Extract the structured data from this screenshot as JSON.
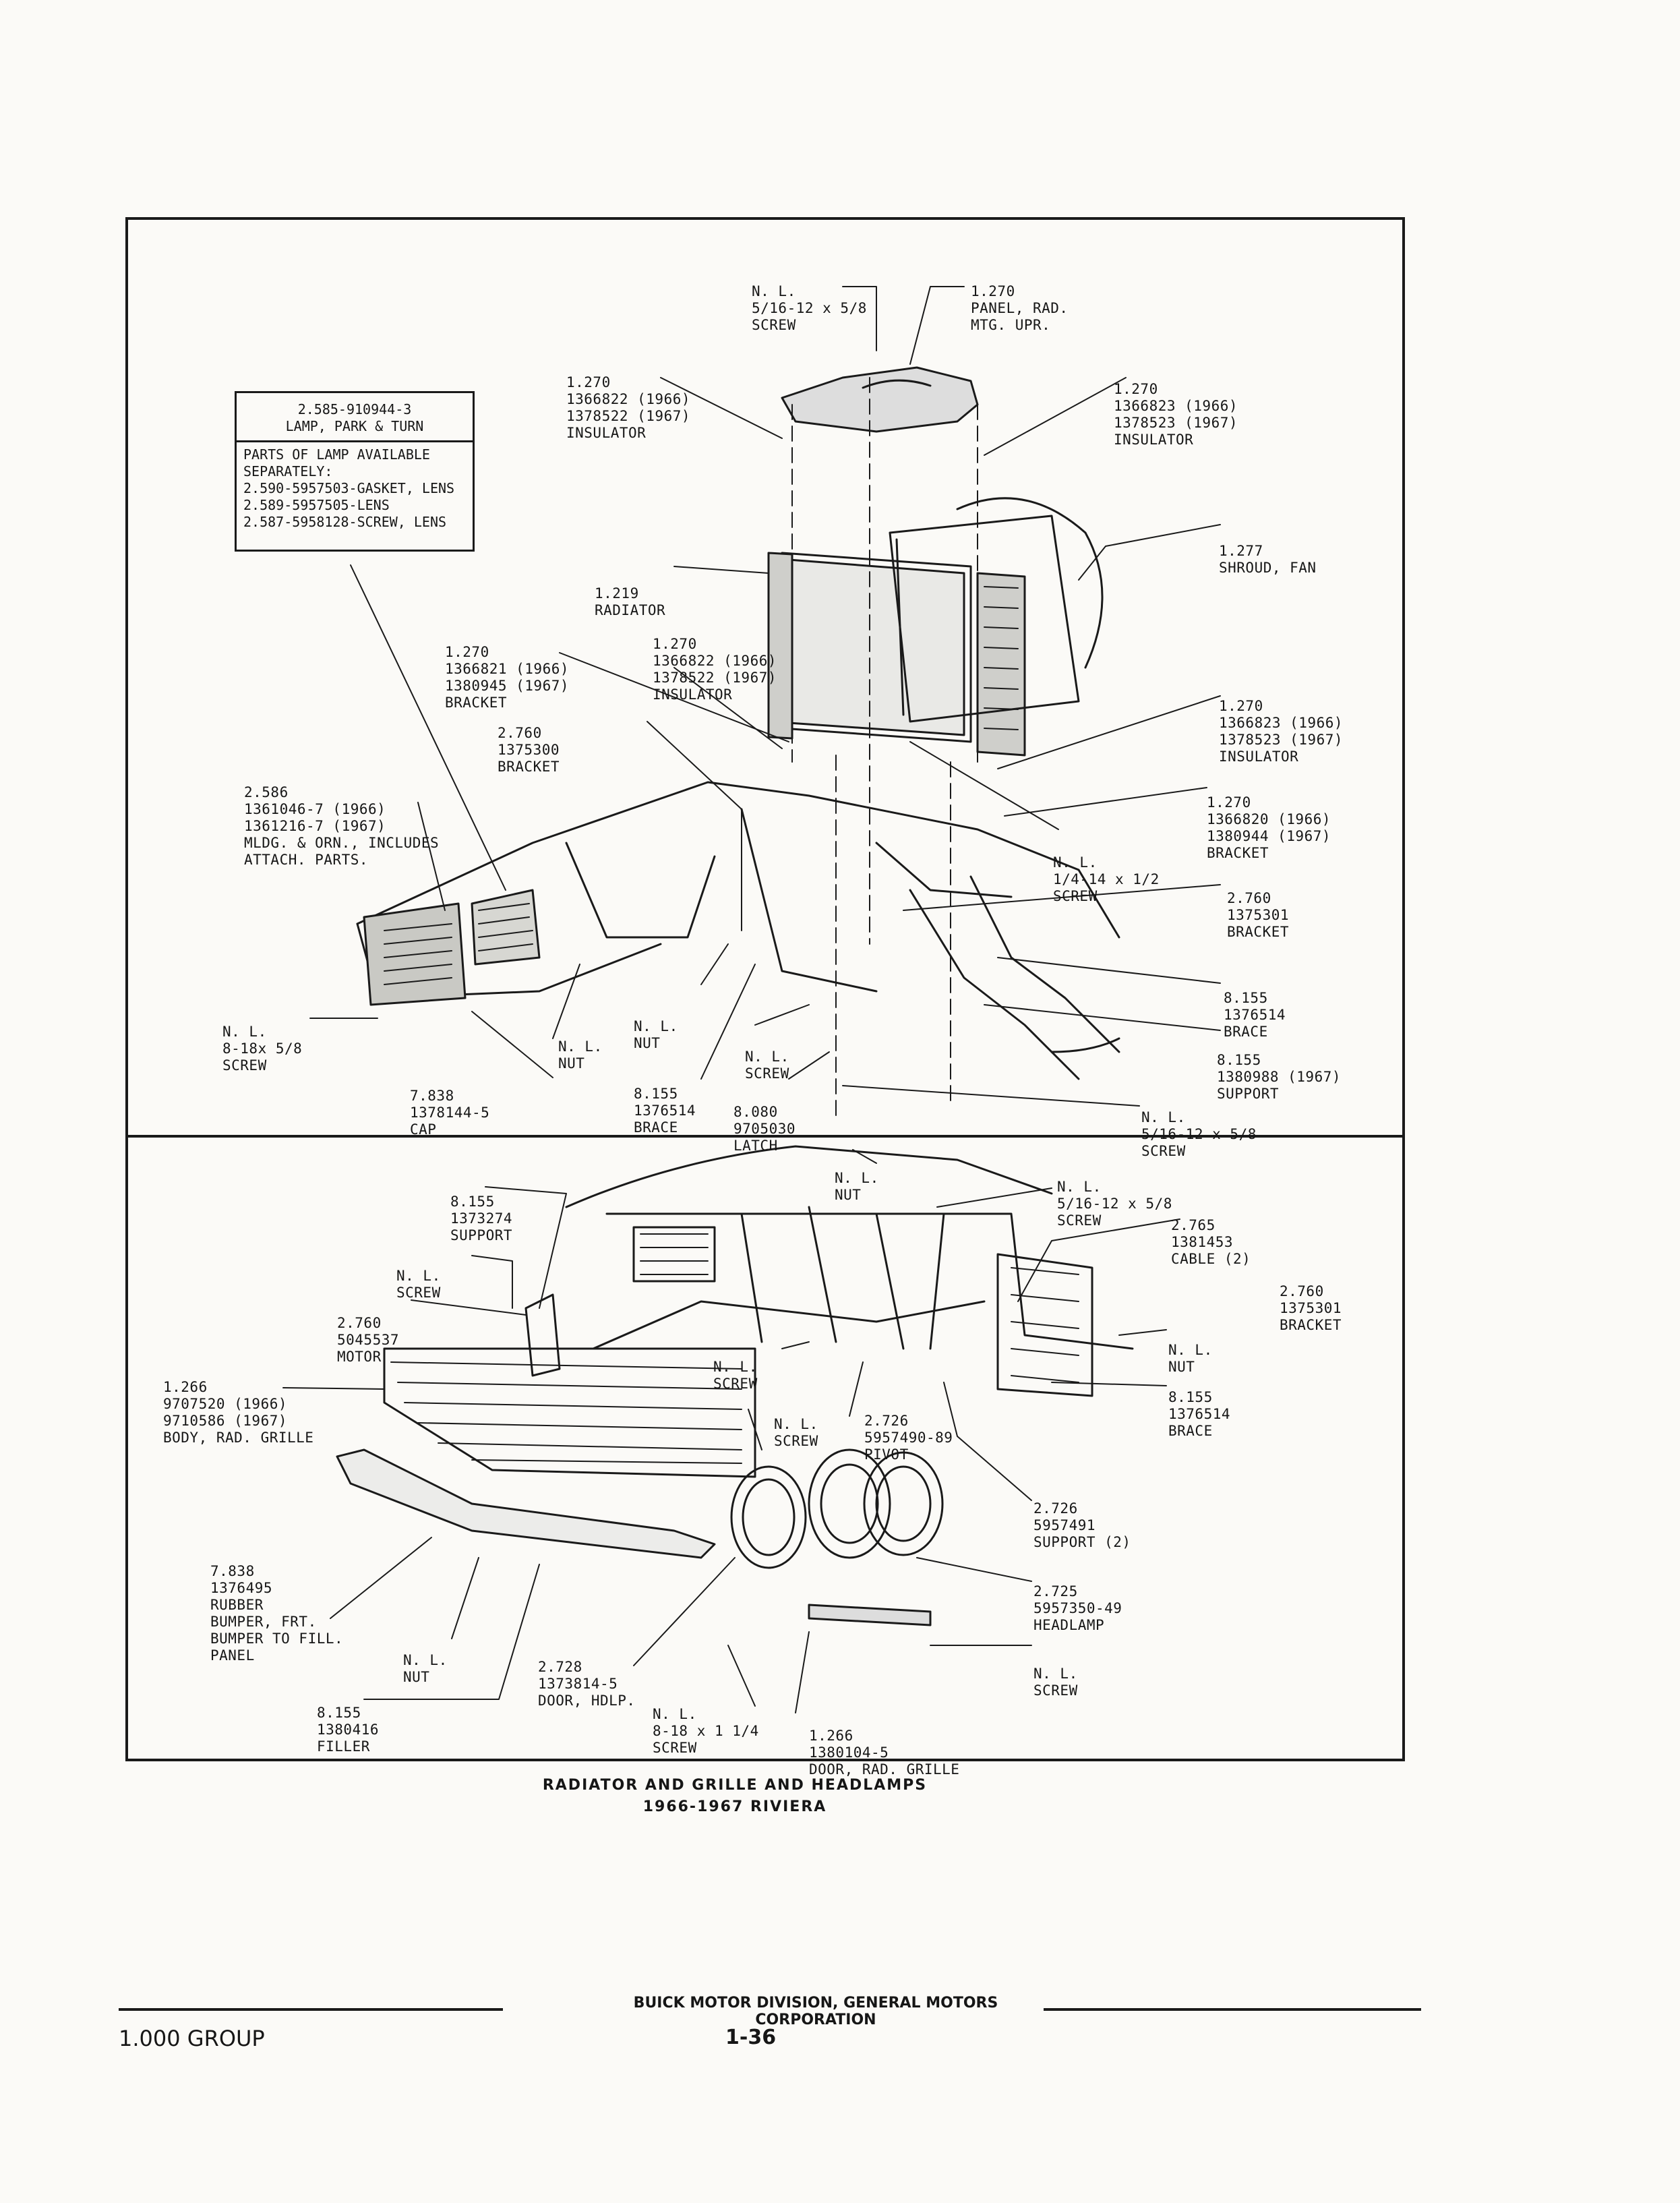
{
  "caption": {
    "line1": "RADIATOR AND GRILLE AND HEADLAMPS",
    "line2": "1966-1967 RIVIERA"
  },
  "footer": {
    "publisher": "BUICK MOTOR DIVISION, GENERAL MOTORS CORPORATION",
    "group": "1.000 GROUP",
    "page": "1-36"
  },
  "lamp_box": {
    "number": "2.585-910944-3",
    "title": "LAMP, PARK & TURN",
    "parts": [
      "PARTS OF LAMP AVAILABLE",
      "SEPARATELY:",
      "2.590-5957503-GASKET, LENS",
      "2.589-5957505-LENS",
      "2.587-5958128-SCREW, LENS"
    ]
  },
  "upper_labels": {
    "screw_top": [
      "N. L.",
      "5/16-12 x 5/8",
      "SCREW"
    ],
    "panel_rad": [
      "1.270",
      "PANEL, RAD.",
      "MTG. UPR."
    ],
    "insulator_left_top": [
      "1.270",
      "1366822 (1966)",
      "1378522 (1967)",
      "INSULATOR"
    ],
    "insulator_right_top": [
      "1.270",
      "1366823 (1966)",
      "1378523 (1967)",
      "INSULATOR"
    ],
    "shroud": [
      "1.277",
      "SHROUD, FAN"
    ],
    "radiator": [
      "1.219",
      "RADIATOR"
    ],
    "insulator_left_low": [
      "1.270",
      "1366822 (1966)",
      "1378522 (1967)",
      "INSULATOR"
    ],
    "bracket_left": [
      "1.270",
      "1366821 (1966)",
      "1380945 (1967)",
      "BRACKET"
    ],
    "insulator_right_low": [
      "1.270",
      "1366823 (1966)",
      "1378523 (1967)",
      "INSULATOR"
    ],
    "bracket_2760_a": [
      "2.760",
      "1375300",
      "BRACKET"
    ],
    "bracket_right": [
      "1.270",
      "1366820 (1966)",
      "1380944 (1967)",
      "BRACKET"
    ],
    "mldg": [
      "2.586",
      "1361046-7 (1966)",
      "1361216-7 (1967)",
      "MLDG. & ORN., INCLUDES",
      "ATTACH. PARTS."
    ],
    "screw_quarter": [
      "N. L.",
      "1/4-14 x 1/2",
      "SCREW"
    ],
    "bracket_2760_b": [
      "2.760",
      "1375301",
      "BRACKET"
    ],
    "brace_right": [
      "8.155",
      "1376514",
      "BRACE"
    ],
    "support_right": [
      "8.155",
      "1380988 (1967)",
      "SUPPORT"
    ],
    "screw_left": [
      "N. L.",
      "8-18x 5/8",
      "SCREW"
    ],
    "nut_a": [
      "N. L.",
      "NUT"
    ],
    "nut_b": [
      "N. L.",
      "NUT"
    ],
    "screw_mid": [
      "N. L.",
      "SCREW"
    ],
    "cap": [
      "7.838",
      "1378144-5",
      "CAP"
    ],
    "brace_mid": [
      "8.155",
      "1376514",
      "BRACE"
    ],
    "latch": [
      "8.080",
      "9705030",
      "LATCH"
    ],
    "screw_bottom": [
      "N. L.",
      "5/16-12 x 5/8",
      "SCREW"
    ]
  },
  "lower_labels": {
    "nut_top": [
      "N. L.",
      "NUT"
    ],
    "screw_top": [
      "N. L.",
      "5/16-12 x 5/8",
      "SCREW"
    ],
    "support_1373274": [
      "8.155",
      "1373274",
      "SUPPORT"
    ],
    "cable": [
      "2.765",
      "1381453",
      "CABLE (2)"
    ],
    "screw_a": [
      "N. L.",
      "SCREW"
    ],
    "bracket": [
      "2.760",
      "1375301",
      "BRACKET"
    ],
    "motor": [
      "2.760",
      "5045537",
      "MOTOR"
    ],
    "nut_right": [
      "N. L.",
      "NUT"
    ],
    "screw_b": [
      "N. L.",
      "SCREW"
    ],
    "brace": [
      "8.155",
      "1376514",
      "BRACE"
    ],
    "body_grille": [
      "1.266",
      "9707520 (1966)",
      "9710586 (1967)",
      "BODY, RAD. GRILLE"
    ],
    "screw_c": [
      "N. L.",
      "SCREW"
    ],
    "pivot": [
      "2.726",
      "5957490-89",
      "PIVOT"
    ],
    "support_2": [
      "2.726",
      "5957491",
      "SUPPORT (2)"
    ],
    "rubber": [
      "7.838",
      "1376495",
      "RUBBER",
      "BUMPER, FRT.",
      "BUMPER TO FILL.",
      "PANEL"
    ],
    "headlamp": [
      "2.725",
      "5957350-49",
      "HEADLAMP"
    ],
    "nut_bottom": [
      "N. L.",
      "NUT"
    ],
    "door_hdlp": [
      "2.728",
      "1373814-5",
      "DOOR, HDLP."
    ],
    "screw_right": [
      "N. L.",
      "SCREW"
    ],
    "filler": [
      "8.155",
      "1380416",
      "FILLER"
    ],
    "screw_d": [
      "N. L.",
      "8-18 x 1 1/4",
      "SCREW"
    ],
    "door_grille": [
      "1.266",
      "1380104-5",
      "DOOR, RAD. GRILLE"
    ]
  }
}
